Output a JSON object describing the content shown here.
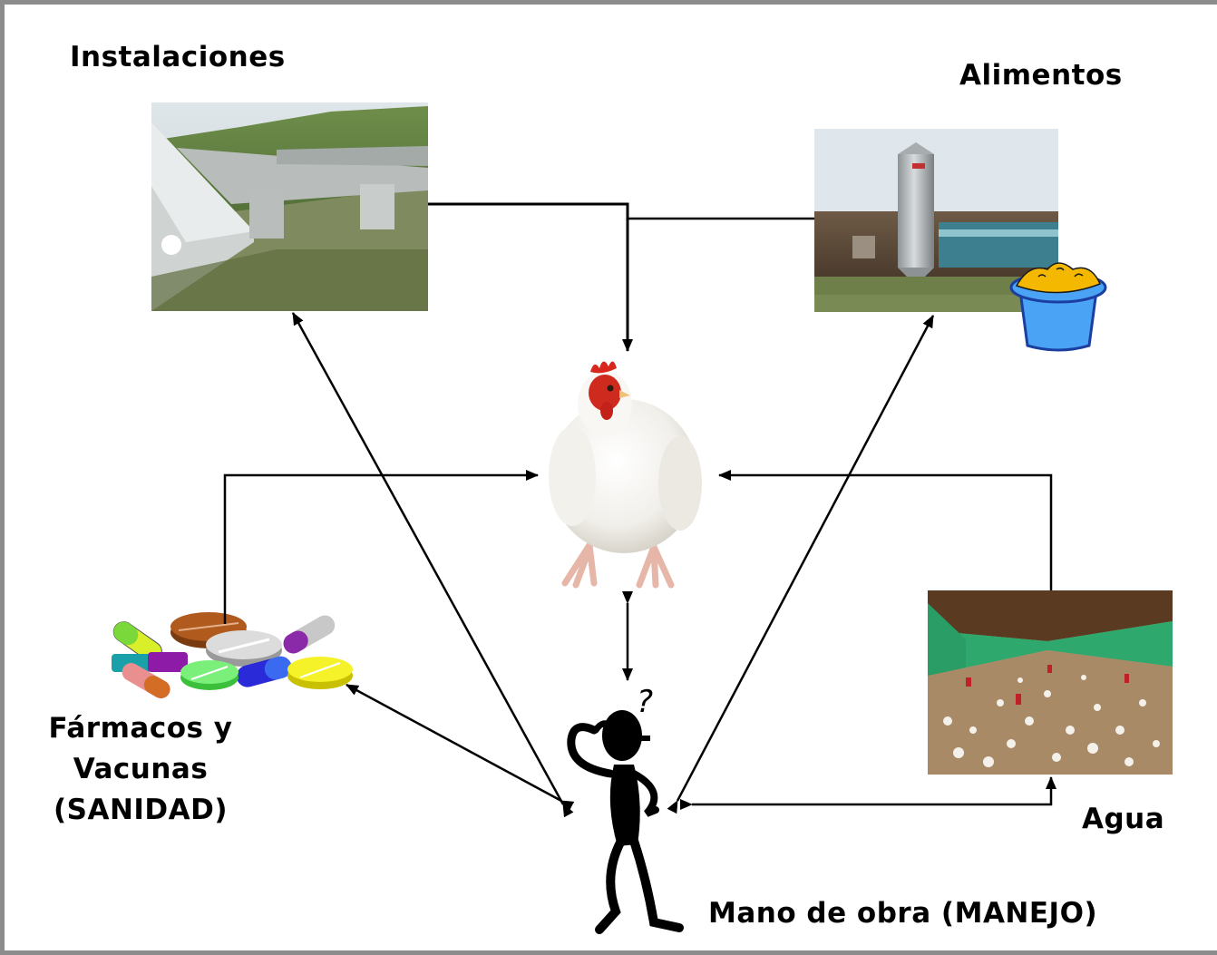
{
  "nodes": {
    "instalaciones": {
      "label": "Instalaciones",
      "icon": "poultry-house-photo"
    },
    "alimentos": {
      "label": "Alimentos",
      "icon": "feed-silo-photo",
      "extra_icon": "feed-bucket-icon"
    },
    "pollo": {
      "label": "",
      "icon": "chicken-photo"
    },
    "farmacos": {
      "label": "Fármacos y Vacunas (SANIDAD)",
      "lines": [
        "Fármacos y",
        "Vacunas",
        "(SANIDAD)"
      ],
      "icon": "pills-capsules-icon"
    },
    "agua": {
      "label": "Agua",
      "icon": "broiler-barn-interior-photo"
    },
    "mano_obra": {
      "label": "Mano de obra (MANEJO)",
      "icon": "thinking-man-icon"
    }
  },
  "edges": [
    {
      "from": "instalaciones",
      "to": "pollo",
      "direction": "forward"
    },
    {
      "from": "alimentos",
      "to": "pollo",
      "direction": "forward"
    },
    {
      "from": "farmacos",
      "to": "pollo",
      "direction": "forward"
    },
    {
      "from": "agua",
      "to": "pollo",
      "direction": "forward"
    },
    {
      "from": "pollo",
      "to": "mano_obra",
      "direction": "both"
    },
    {
      "from": "mano_obra",
      "to": "instalaciones",
      "direction": "both"
    },
    {
      "from": "mano_obra",
      "to": "alimentos",
      "direction": "both"
    },
    {
      "from": "mano_obra",
      "to": "farmacos",
      "direction": "both"
    },
    {
      "from": "mano_obra",
      "to": "agua",
      "direction": "both"
    }
  ],
  "colors": {
    "frame": "#8c8c8c",
    "arrow": "#000000",
    "bucket": "#4aa3f5",
    "feed": "#f5b800"
  }
}
